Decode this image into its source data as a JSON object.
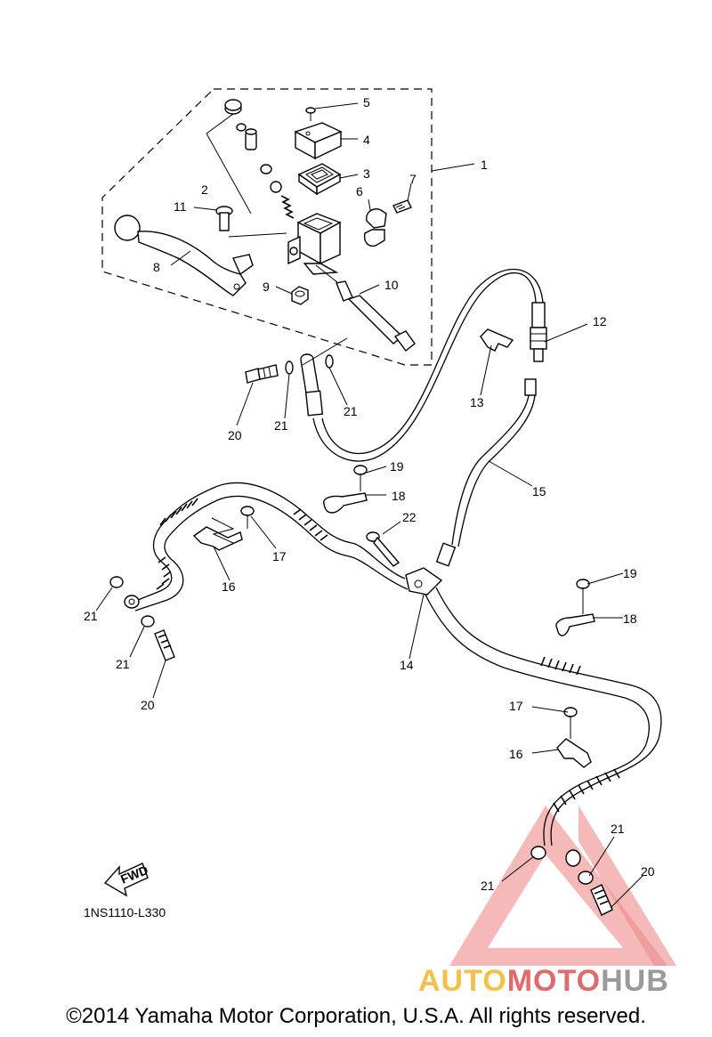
{
  "diagram": {
    "code": "1NS1110-L330",
    "fwd_label": "FWD",
    "callouts": [
      {
        "id": "c1",
        "label": "1"
      },
      {
        "id": "c2",
        "label": "2"
      },
      {
        "id": "c3",
        "label": "3"
      },
      {
        "id": "c4",
        "label": "4"
      },
      {
        "id": "c5",
        "label": "5"
      },
      {
        "id": "c6",
        "label": "6"
      },
      {
        "id": "c7",
        "label": "7"
      },
      {
        "id": "c8",
        "label": "8"
      },
      {
        "id": "c9",
        "label": "9"
      },
      {
        "id": "c10",
        "label": "10"
      },
      {
        "id": "c11",
        "label": "11"
      },
      {
        "id": "c12",
        "label": "12"
      },
      {
        "id": "c13",
        "label": "13"
      },
      {
        "id": "c14",
        "label": "14"
      },
      {
        "id": "c15",
        "label": "15"
      },
      {
        "id": "c16a",
        "label": "16"
      },
      {
        "id": "c16b",
        "label": "16"
      },
      {
        "id": "c17a",
        "label": "17"
      },
      {
        "id": "c17b",
        "label": "17"
      },
      {
        "id": "c18a",
        "label": "18"
      },
      {
        "id": "c18b",
        "label": "18"
      },
      {
        "id": "c19a",
        "label": "19"
      },
      {
        "id": "c19b",
        "label": "19"
      },
      {
        "id": "c20a",
        "label": "20"
      },
      {
        "id": "c20b",
        "label": "20"
      },
      {
        "id": "c20c",
        "label": "20"
      },
      {
        "id": "c21a",
        "label": "21"
      },
      {
        "id": "c21b",
        "label": "21"
      },
      {
        "id": "c21c",
        "label": "21"
      },
      {
        "id": "c21d",
        "label": "21"
      },
      {
        "id": "c21e",
        "label": "21"
      },
      {
        "id": "c21f",
        "label": "21"
      },
      {
        "id": "c22",
        "label": "22"
      }
    ]
  },
  "watermark": {
    "part1": "AUTO",
    "part2": "MOTO",
    "part3": "HUB",
    "colors": {
      "auto": "#f4c04a",
      "moto": "#e36a6a",
      "hub": "#9a9a9a",
      "triangle": "#e85a5a"
    }
  },
  "copyright": "©2014 Yamaha Motor Corporation, U.S.A. All rights reserved."
}
